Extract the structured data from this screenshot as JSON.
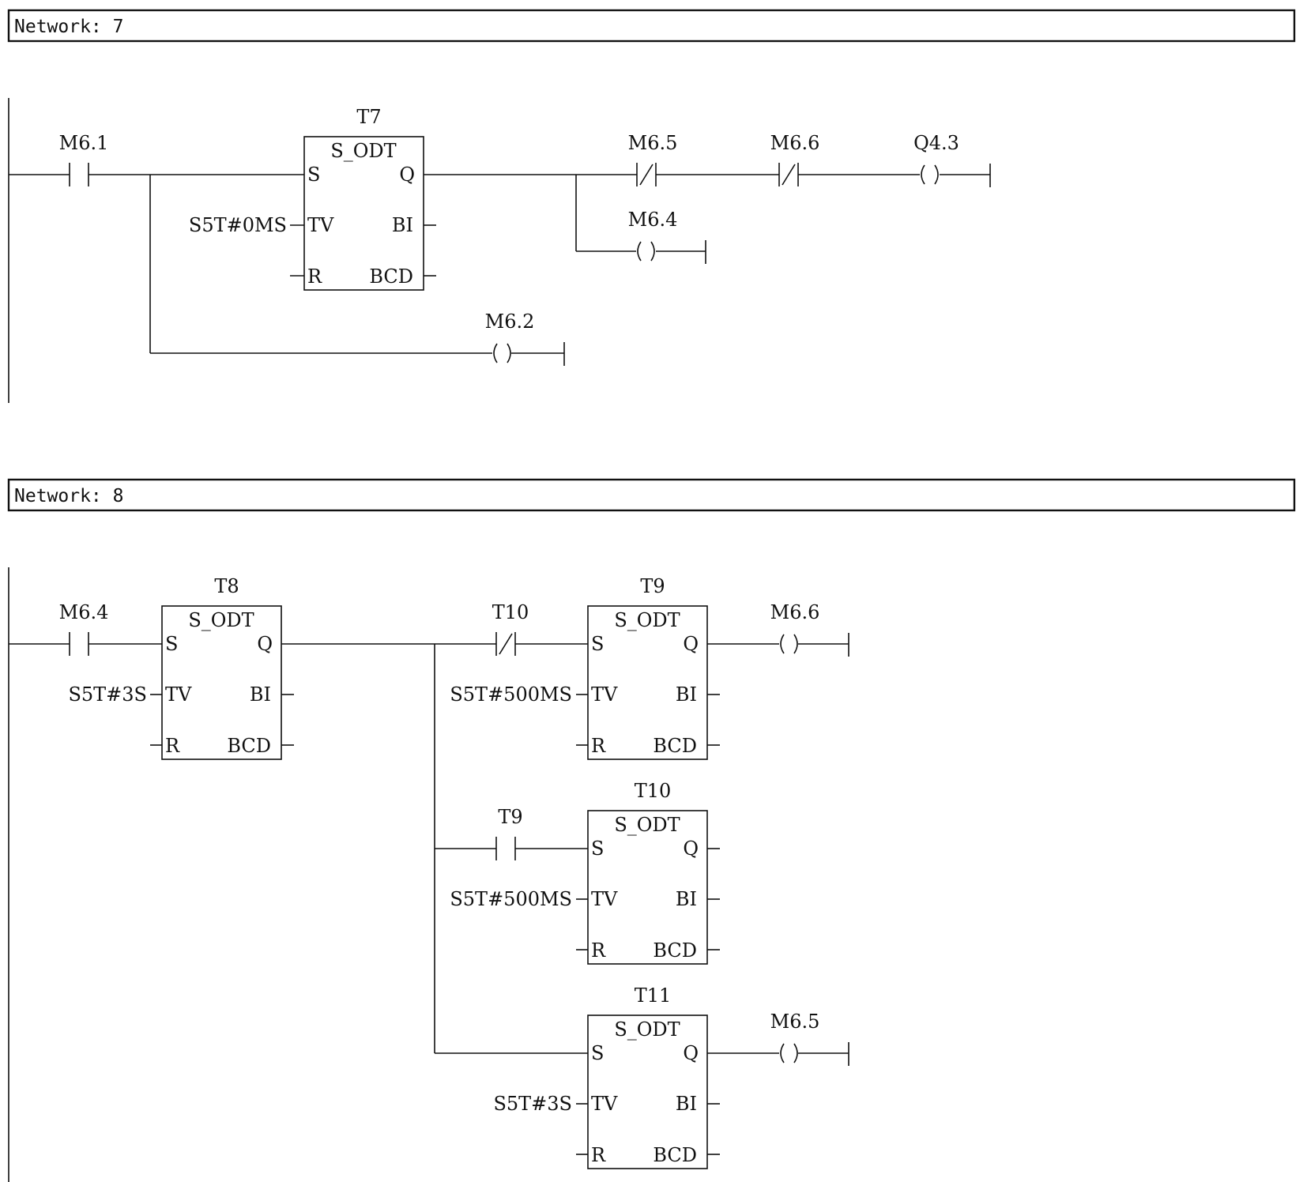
{
  "networks": [
    {
      "header": "Network: 7",
      "timers": [
        {
          "name": "T7",
          "type": "S_ODT",
          "tv": "S5T#0MS"
        }
      ],
      "contacts": [
        {
          "addr": "M6.1",
          "kind": "NO"
        },
        {
          "addr": "M6.5",
          "kind": "NC"
        },
        {
          "addr": "M6.6",
          "kind": "NC"
        }
      ],
      "coils": [
        "Q4.3",
        "M6.4",
        "M6.2"
      ]
    },
    {
      "header": "Network: 8",
      "timers": [
        {
          "name": "T8",
          "type": "S_ODT",
          "tv": "S5T#3S"
        },
        {
          "name": "T9",
          "type": "S_ODT",
          "tv": "S5T#500MS"
        },
        {
          "name": "T10",
          "type": "S_ODT",
          "tv": "S5T#500MS"
        },
        {
          "name": "T11",
          "type": "S_ODT",
          "tv": "S5T#3S"
        }
      ],
      "contacts": [
        {
          "addr": "M6.4",
          "kind": "NO"
        },
        {
          "addr": "T10",
          "kind": "NC"
        },
        {
          "addr": "T9",
          "kind": "NO"
        }
      ],
      "coils": [
        "M6.6",
        "M6.5"
      ]
    }
  ],
  "pins": {
    "s": "S",
    "tv": "TV",
    "r": "R",
    "q": "Q",
    "bi": "BI",
    "bcd": "BCD"
  }
}
